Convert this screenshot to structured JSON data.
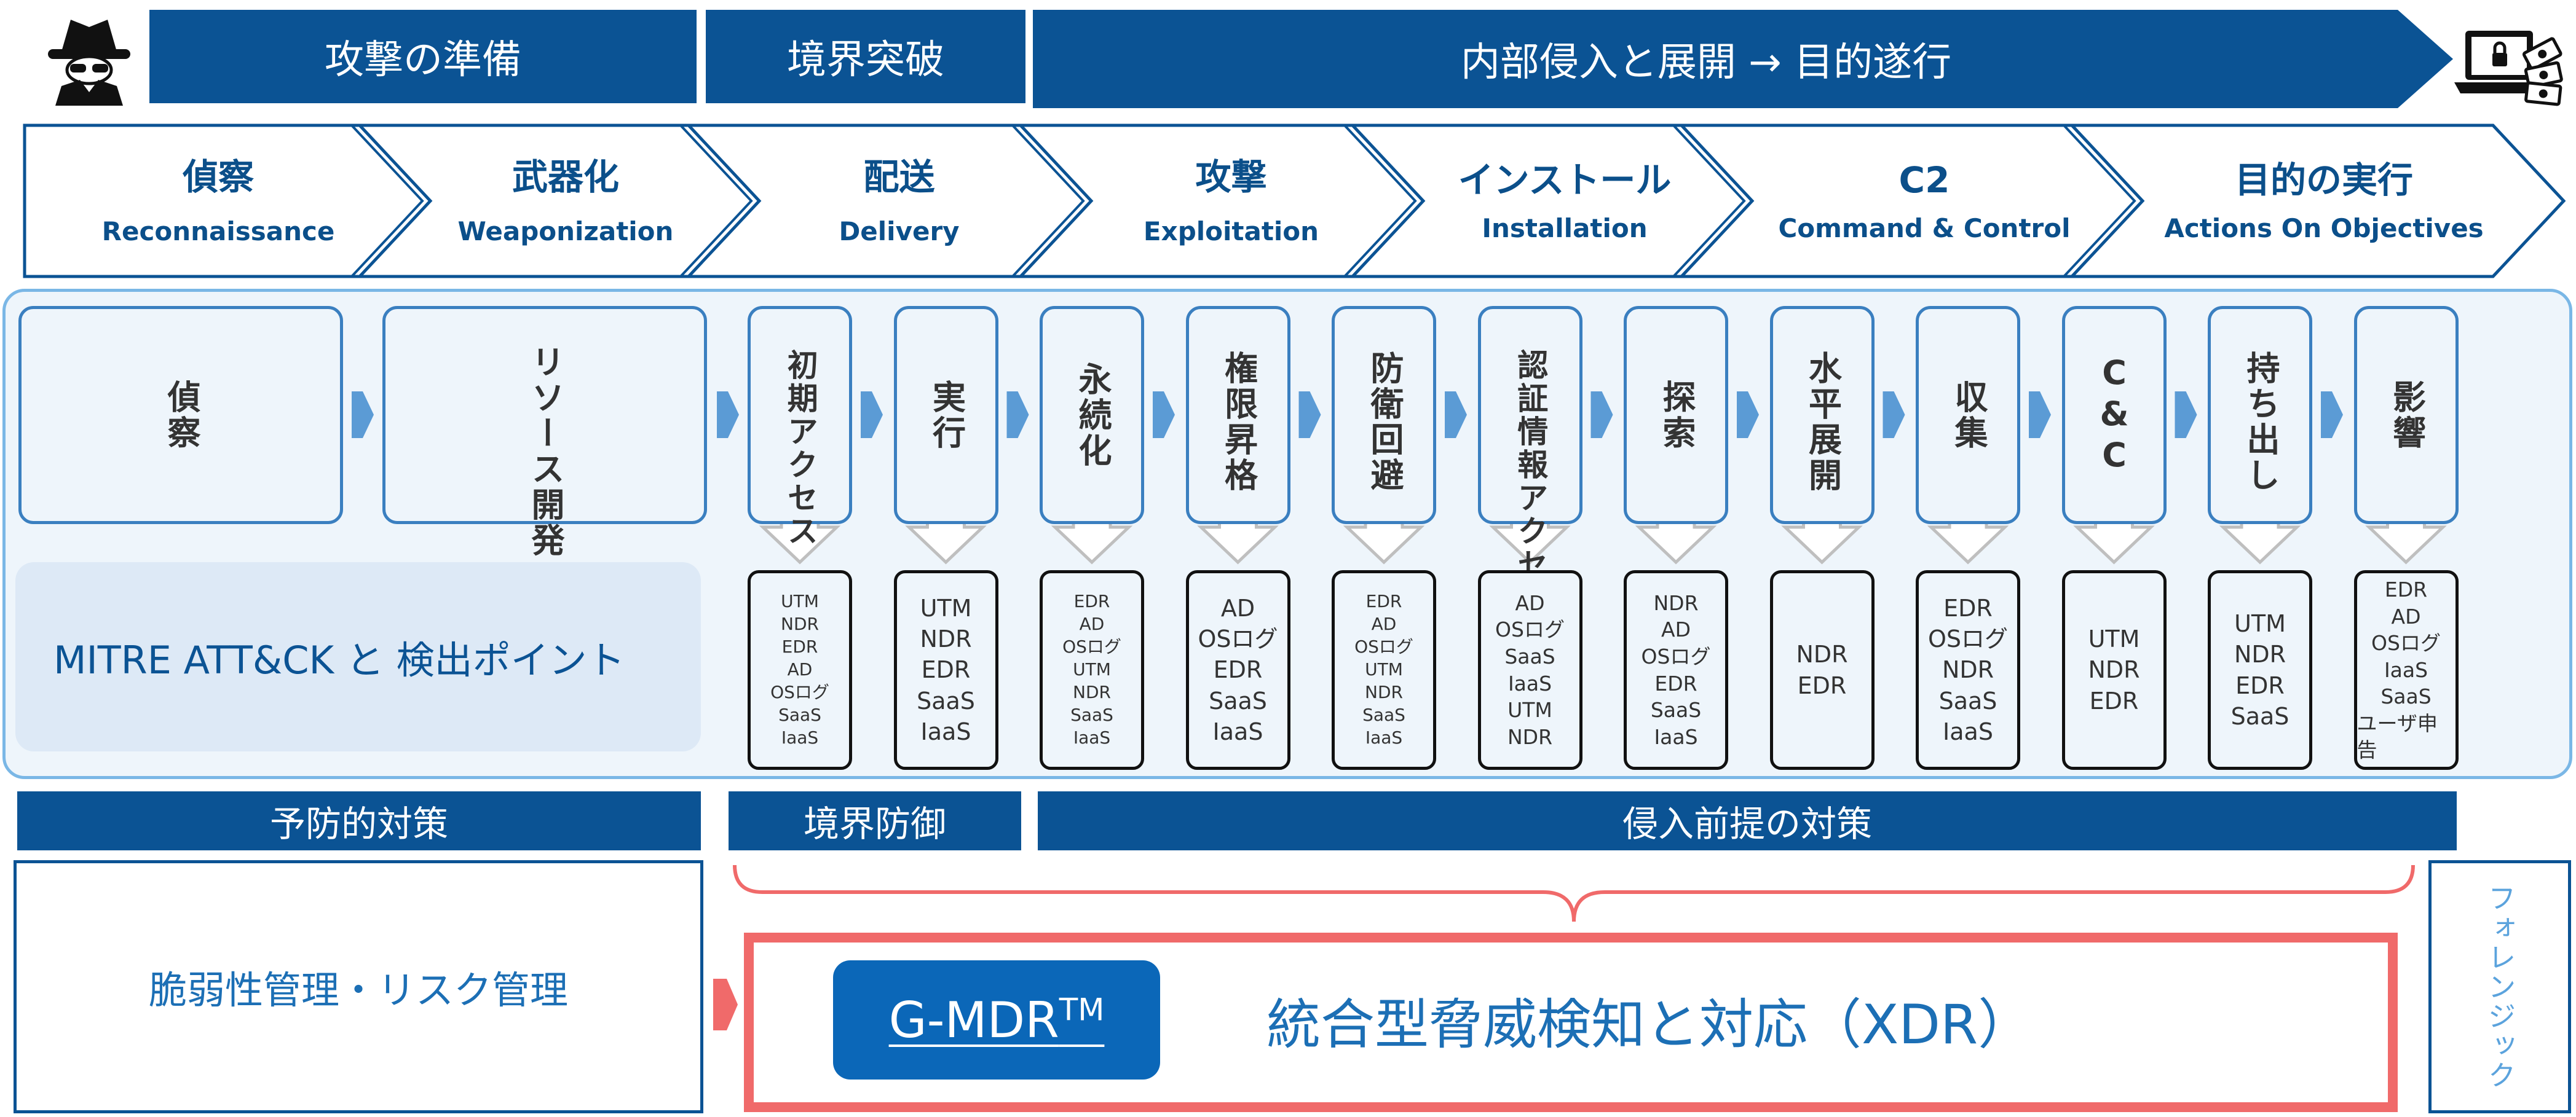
{
  "phases": [
    {
      "label": "攻撃の準備"
    },
    {
      "label": "境界突破"
    },
    {
      "label": "内部侵入と展開 → 目的遂行"
    }
  ],
  "icons": {
    "left": "hacker-icon",
    "right": "laptop-money-icon"
  },
  "kill_chain": [
    {
      "jp": "偵察",
      "en": "Reconnaissance"
    },
    {
      "jp": "武器化",
      "en": "Weaponization"
    },
    {
      "jp": "配送",
      "en": "Delivery"
    },
    {
      "jp": "攻撃",
      "en": "Exploitation"
    },
    {
      "jp": "インストール",
      "en": "Installation"
    },
    {
      "jp": "C2",
      "en": "Command & Control"
    },
    {
      "jp": "目的の実行",
      "en": "Actions On Objectives"
    }
  ],
  "mitre": {
    "title": "MITRE ATT&CK と 検出ポイント",
    "prep_tactics": [
      {
        "label": "偵察"
      },
      {
        "label": "リソース開発"
      }
    ],
    "tactics": [
      {
        "label": "初期アクセス",
        "detections": [
          "UTM",
          "NDR",
          "EDR",
          "AD",
          "OSログ",
          "SaaS",
          "IaaS"
        ]
      },
      {
        "label": "実行",
        "detections": [
          "UTM",
          "NDR",
          "EDR",
          "SaaS",
          "IaaS"
        ]
      },
      {
        "label": "永続化",
        "detections": [
          "EDR",
          "AD",
          "OSログ",
          "UTM",
          "NDR",
          "SaaS",
          "IaaS"
        ]
      },
      {
        "label": "権限昇格",
        "detections": [
          "AD",
          "OSログ",
          "EDR",
          "SaaS",
          "IaaS"
        ]
      },
      {
        "label": "防衛回避",
        "detections": [
          "EDR",
          "AD",
          "OSログ",
          "UTM",
          "NDR",
          "SaaS",
          "IaaS"
        ]
      },
      {
        "label": "認証情報アクセス",
        "detections": [
          "AD",
          "OSログ",
          "SaaS",
          "IaaS",
          "UTM",
          "NDR"
        ]
      },
      {
        "label": "探索",
        "detections": [
          "NDR",
          "AD",
          "OSログ",
          "EDR",
          "SaaS",
          "IaaS"
        ]
      },
      {
        "label": "水平展開",
        "detections": [
          "NDR",
          "EDR"
        ]
      },
      {
        "label": "収集",
        "detections": [
          "EDR",
          "OSログ",
          "NDR",
          "SaaS",
          "IaaS"
        ]
      },
      {
        "label": "C&C",
        "detections": [
          "UTM",
          "NDR",
          "EDR"
        ]
      },
      {
        "label": "持ち出し",
        "detections": [
          "UTM",
          "NDR",
          "EDR",
          "SaaS"
        ]
      },
      {
        "label": "影響",
        "detections": [
          "EDR",
          "AD",
          "OSログ",
          "IaaS",
          "SaaS",
          "ユーザ申告"
        ]
      }
    ]
  },
  "measures": [
    {
      "label": "予防的対策"
    },
    {
      "label": "境界防御"
    },
    {
      "label": "侵入前提の対策"
    }
  ],
  "bottom": {
    "vuln_management": "脆弱性管理・リスク管理",
    "gmdr": "G-MDR",
    "gmdr_tm": "TM",
    "xdr": "統合型脅威検知と対応（XDR）",
    "forensics": "フォレンジック"
  },
  "colors": {
    "navy": "#0b5394",
    "light_blue": "#7ab7e6",
    "panel_bg": "#eef5fb",
    "arrow_blue": "#5b9bd5",
    "xdr_red": "#f06a6a",
    "text_blue": "#1c6fb5"
  }
}
